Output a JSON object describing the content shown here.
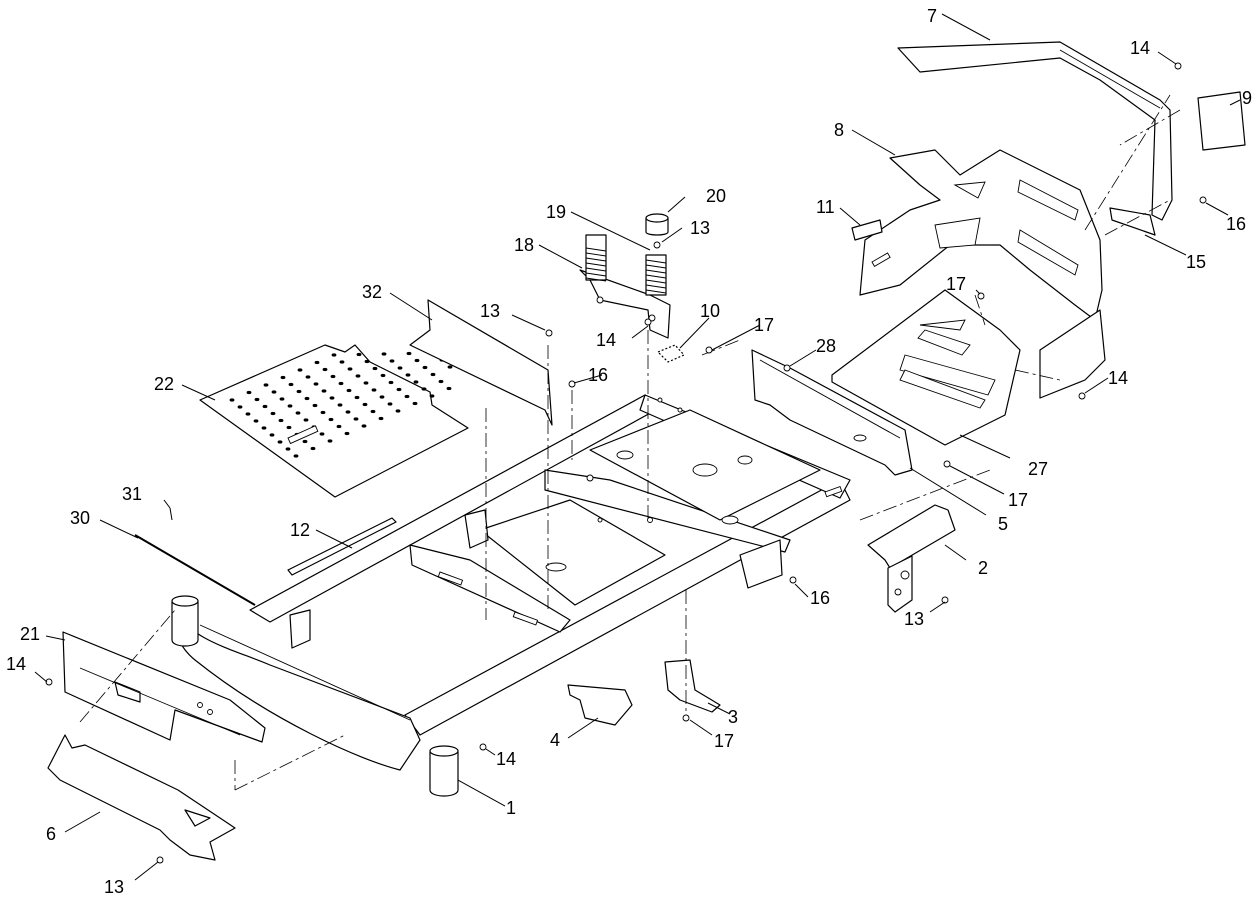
{
  "callouts": [
    {
      "id": "c7",
      "label": "7"
    },
    {
      "id": "c14a",
      "label": "14"
    },
    {
      "id": "c9",
      "label": "9"
    },
    {
      "id": "c8",
      "label": "8"
    },
    {
      "id": "c16a",
      "label": "16"
    },
    {
      "id": "c11",
      "label": "11"
    },
    {
      "id": "c15",
      "label": "15"
    },
    {
      "id": "c20",
      "label": "20"
    },
    {
      "id": "c19",
      "label": "19"
    },
    {
      "id": "c13a",
      "label": "13"
    },
    {
      "id": "c18",
      "label": "18"
    },
    {
      "id": "c32",
      "label": "32"
    },
    {
      "id": "c13b",
      "label": "13"
    },
    {
      "id": "c14b",
      "label": "14"
    },
    {
      "id": "c10",
      "label": "10"
    },
    {
      "id": "c17a",
      "label": "17"
    },
    {
      "id": "c17b",
      "label": "17"
    },
    {
      "id": "c28",
      "label": "28"
    },
    {
      "id": "c14c",
      "label": "14"
    },
    {
      "id": "c22",
      "label": "22"
    },
    {
      "id": "c16b",
      "label": "16"
    },
    {
      "id": "c27",
      "label": "27"
    },
    {
      "id": "c17c",
      "label": "17"
    },
    {
      "id": "c5",
      "label": "5"
    },
    {
      "id": "c31",
      "label": "31"
    },
    {
      "id": "c12",
      "label": "12"
    },
    {
      "id": "c30",
      "label": "30"
    },
    {
      "id": "c2",
      "label": "2"
    },
    {
      "id": "c16c",
      "label": "16"
    },
    {
      "id": "c13c",
      "label": "13"
    },
    {
      "id": "c21",
      "label": "21"
    },
    {
      "id": "c14d",
      "label": "14"
    },
    {
      "id": "c3",
      "label": "3"
    },
    {
      "id": "c4",
      "label": "4"
    },
    {
      "id": "c17d",
      "label": "17"
    },
    {
      "id": "c14e",
      "label": "14"
    },
    {
      "id": "c1",
      "label": "1"
    },
    {
      "id": "c6",
      "label": "6"
    },
    {
      "id": "c13d",
      "label": "13"
    }
  ]
}
